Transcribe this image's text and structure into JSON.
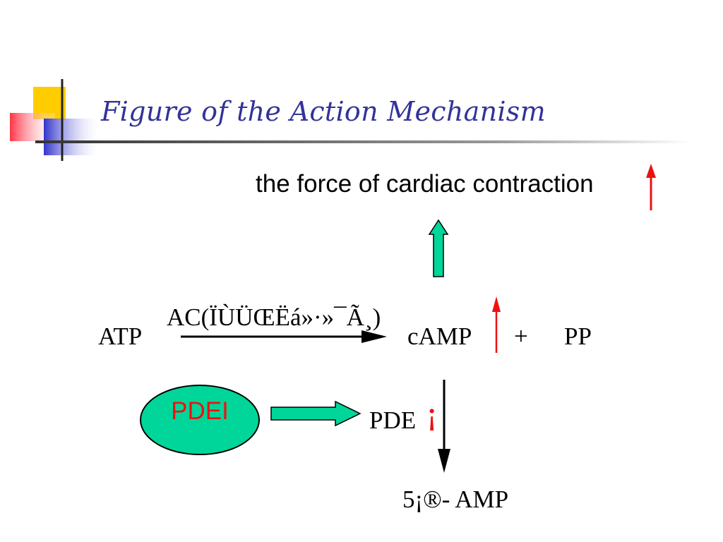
{
  "title": "Figure of the Action Mechanism",
  "diagram": {
    "effect_label": "the force of cardiac contraction",
    "substrate": "ATP",
    "enzyme_label": "AC(ÏÙÜŒËá»·»¯Ã¸)",
    "product": "cAMP",
    "plus": "+",
    "byproduct": "PP",
    "inhibitor": "PDEI",
    "degrading_enzyme": "PDE",
    "degrading_symbol": "¡ ",
    "metabolite": "5¡®- AMP"
  },
  "colors": {
    "title": "#333399",
    "teal_fill": "#00d699",
    "red_arrow": "#ee1111",
    "deco_yellow": "#ffcc00",
    "deco_red": "#ff3344",
    "deco_blue": "#3333cc"
  }
}
